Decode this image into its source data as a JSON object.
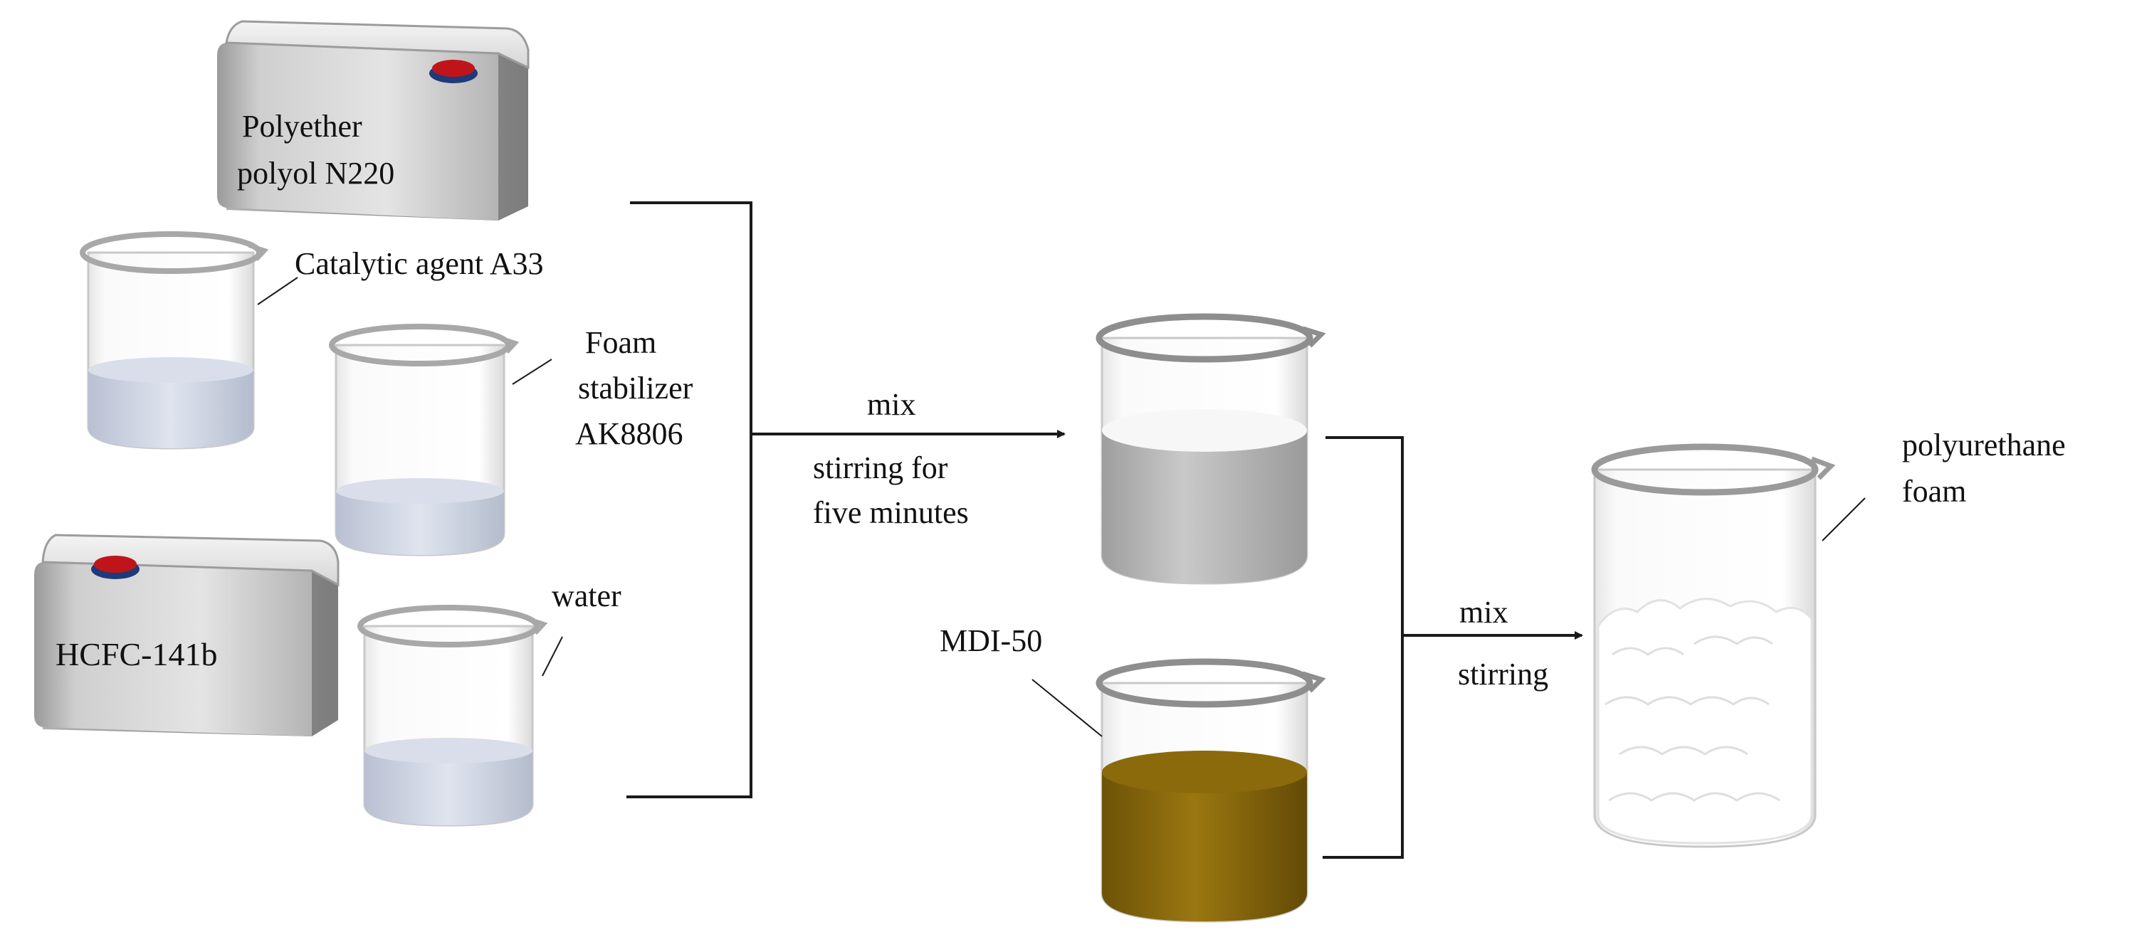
{
  "labels": {
    "polyol": [
      "Polyether",
      "polyol N220"
    ],
    "catalyst": "Catalytic agent A33",
    "stabilizer": [
      "Foam",
      "stabilizer",
      "AK8806"
    ],
    "hcfc": "HCFC-141b",
    "water": "water",
    "mix1": "mix",
    "stir1": [
      "stirring for",
      "five minutes"
    ],
    "mdi": "MDI-50",
    "mix2": "mix",
    "stir2": "stirring",
    "foam": [
      "polyurethane",
      "foam"
    ]
  },
  "colors": {
    "line": "#1a1a1a",
    "cap_red": "#c0141b",
    "cap_blue": "#1e3a78",
    "liquid_light": "#cfd6e6",
    "liquid_grey": "#bdbdbd",
    "liquid_white": "#f7f7f7",
    "mdi_liquid": "#8a6a0b",
    "foam_white": "#ffffff"
  }
}
